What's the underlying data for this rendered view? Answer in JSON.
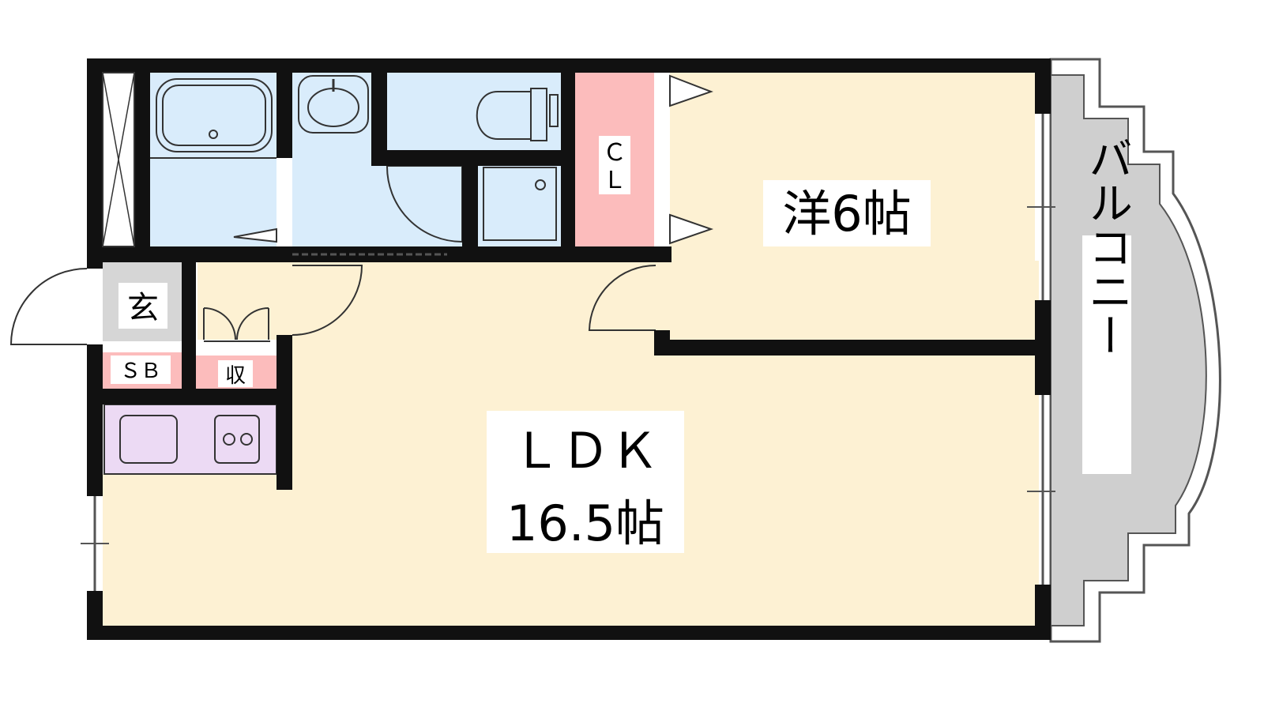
{
  "rooms": {
    "western": {
      "name": "洋6帖"
    },
    "ldk": {
      "name": "ＬＤＫ",
      "size": "16.5帖"
    },
    "entrance": {
      "name": "玄"
    },
    "shoe_box": {
      "name": "ＳＢ"
    },
    "storage": {
      "name": "収"
    },
    "closet": {
      "line1": "Ｃ",
      "line2": "Ｌ"
    },
    "balcony": {
      "name": "バルコニー"
    }
  },
  "colors": {
    "wall": "#111111",
    "living_floor": "#fdf1d3",
    "wet_area": "#d9ecfb",
    "closet": "#fcbcbc",
    "storage_pink": "#fcbcbc",
    "kitchen_counter": "#ecdaf4",
    "entrance_floor": "#d6d6d6",
    "balcony": "#cfcfcf"
  }
}
